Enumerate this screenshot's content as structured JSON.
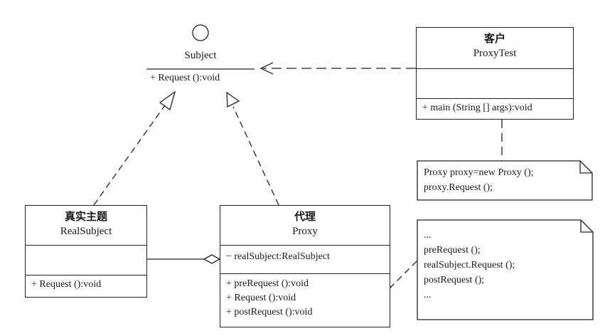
{
  "subject": {
    "name": "Subject",
    "operation": "+ Request ():void"
  },
  "client": {
    "name_cn": "客户",
    "name": "ProxyTest",
    "operation": "+ main (String [] args):void"
  },
  "client_note": {
    "lines": [
      "Proxy proxy=new Proxy ();",
      "proxy.Request ();"
    ]
  },
  "real_subject": {
    "name_cn": "真实主题",
    "name": "RealSubject",
    "operation": "+ Request ():void"
  },
  "proxy": {
    "name_cn": "代理",
    "name": "Proxy",
    "attribute": "− realSubject:RealSubject",
    "operations": [
      "+ preRequest ():void",
      "+ Request ():void",
      "+ postRequest ():void"
    ]
  },
  "proxy_note": {
    "lines": [
      "...",
      "preRequest ();",
      "realSubject.Request ();",
      "postRequest ();",
      "..."
    ]
  },
  "colors": {
    "line": "#222222",
    "background": "#ffffff"
  }
}
